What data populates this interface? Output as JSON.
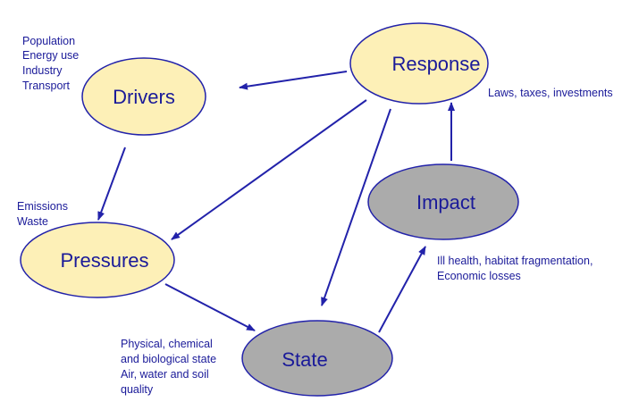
{
  "colors": {
    "stroke": "#2222aa",
    "text": "#1a1a99",
    "node_fill_light": "#fdf0b7",
    "node_fill_gray": "#ababab"
  },
  "nodes": {
    "response": "Response",
    "drivers": "Drivers",
    "impact": "Impact",
    "pressures": "Pressures",
    "state": "State"
  },
  "notes": {
    "drivers": [
      "Population",
      "Energy use",
      "Industry",
      "Transport"
    ],
    "response": [
      "Laws, taxes, investments"
    ],
    "pressures": [
      "Emissions",
      "Waste"
    ],
    "impact": [
      "Ill health, habitat fragmentation,",
      "Economic losses"
    ],
    "state": [
      "Physical, chemical",
      "and biological state",
      "Air, water and soil",
      "quality"
    ]
  }
}
